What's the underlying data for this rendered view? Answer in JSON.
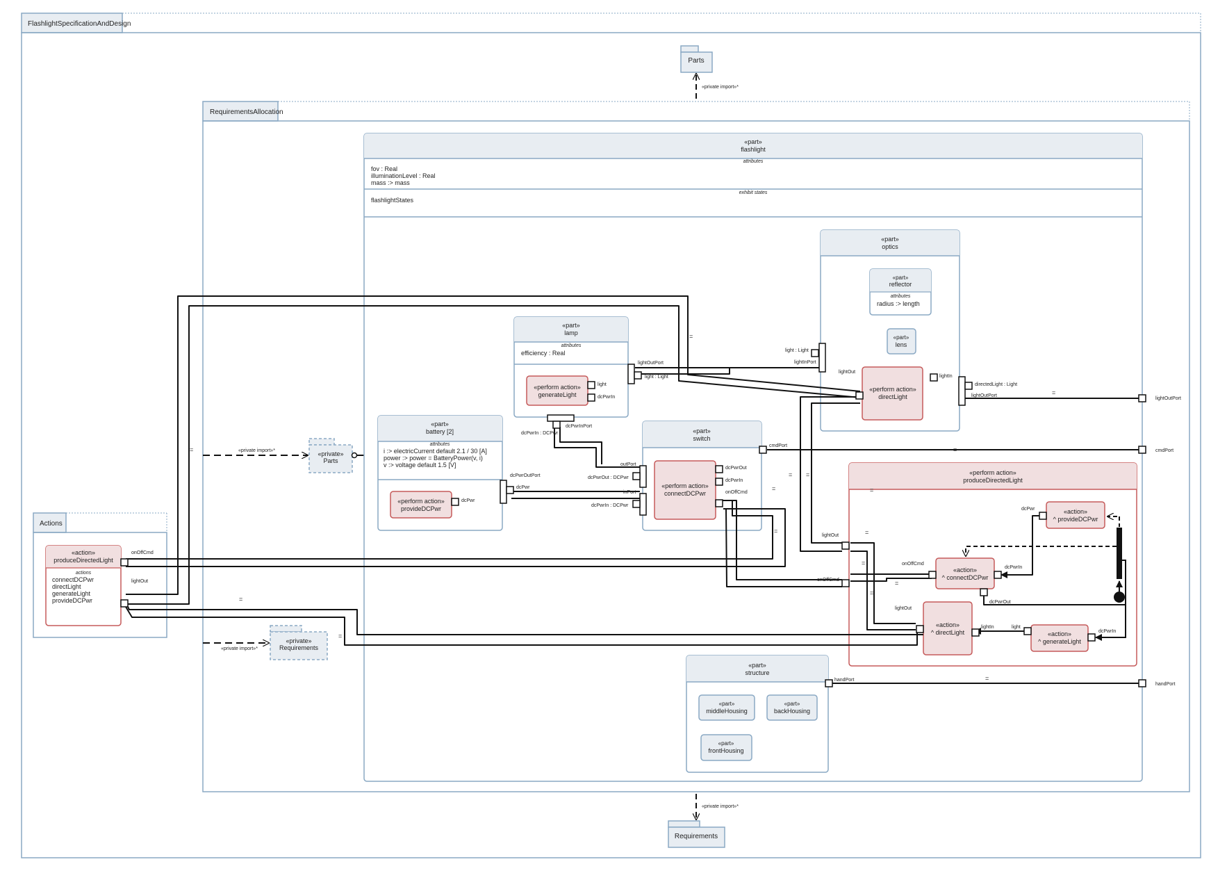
{
  "packages": {
    "root": "FlashlightSpecificationAndDesign",
    "alloc": "RequirementsAllocation",
    "actions": "Actions",
    "parts_top": "Parts",
    "req_bottom": "Requirements",
    "private_parts_stereo": "«private»",
    "private_parts_name": "Parts",
    "private_req_stereo": "«private»",
    "private_req_name": "Requirements"
  },
  "imports": {
    "top": "«private import»*",
    "parts": "«private import»*",
    "req": "«private import»*",
    "bottom": "«private import»*"
  },
  "flashlight": {
    "stereo": "«part»",
    "name": "flashlight",
    "attr_header": "attributes",
    "attrs": [
      "fov : Real",
      "illuminationLevel : Real",
      "mass :> mass"
    ],
    "states_header": "exhibit states",
    "states": "flashlightStates"
  },
  "optics": {
    "stereo": "«part»",
    "name": "optics"
  },
  "reflector": {
    "stereo": "«part»",
    "name": "reflector",
    "attr_header": "attributes",
    "attr": "radius :> length"
  },
  "lens": {
    "stereo": "«part»",
    "name": "lens"
  },
  "lamp": {
    "stereo": "«part»",
    "name": "lamp",
    "attr_header": "attributes",
    "attr": "efficiency : Real"
  },
  "battery": {
    "stereo": "«part»",
    "name": "battery [2]",
    "attr_header": "attributes",
    "attrs": [
      "i :> electricCurrent default 2.1 / 30 [A]",
      "power :> power = BatteryPower(v, i)",
      "v :> voltage default 1.5 [V]"
    ]
  },
  "switch": {
    "stereo": "«part»",
    "name": "switch"
  },
  "structure": {
    "stereo": "«part»",
    "name": "structure"
  },
  "middleHousing": {
    "stereo": "«part»",
    "name": "middleHousing"
  },
  "backHousing": {
    "stereo": "«part»",
    "name": "backHousing"
  },
  "frontHousing": {
    "stereo": "«part»",
    "name": "frontHousing"
  },
  "perform": {
    "stereo": "«perform action»",
    "generateLight": "generateLight",
    "provideDCPwr": "provideDCPwr",
    "connectDCPwr": "connectDCPwr",
    "directLight": "directLight",
    "produceDirectedLight": "produceDirectedLight"
  },
  "inner_actions": {
    "stereo": "«action»",
    "provideDCPwr": "^ provideDCPwr",
    "connectDCPwr": "^ connectDCPwr",
    "directLight": "^ directLight",
    "generateLight": "^ generateLight"
  },
  "actions_pkg": {
    "stereo": "«action»",
    "name": "produceDirectedLight",
    "list_header": "actions",
    "list": [
      "connectDCPwr",
      "directLight",
      "generateLight",
      "provideDCPwr"
    ]
  },
  "labels": {
    "light_light": "light : Light",
    "lightInPort": "lightInPort",
    "lightOutPort_lamp": "lightOutPort",
    "light_light_lamp": "light : Light",
    "light": "light",
    "dcPwrIn": "dcPwrIn",
    "dcPwrIn_DCPwr": "dcPwrIn : DCPwr",
    "dcPwrInPort": "dcPwrInPort",
    "lightOut": "lightOut",
    "lightIn": "lightIn",
    "directedLight": "directedLight : Light",
    "lightOutPort_optics": "lightOutPort",
    "lightOutPort_outer": "lightOutPort",
    "cmdPort": "cmdPort",
    "cmdPort_outer": "cmdPort",
    "outPort": "outPort",
    "dcPwrOut_DCPwr": "dcPwrOut : DCPwr",
    "inPort": "inPort",
    "dcPwrIn_DCPwr2": "dcPwrIn : DCPwr",
    "dcPwrOut": "dcPwrOut",
    "dcPwrIn_sw": "dcPwrIn",
    "onOffCmd_sw": "onOffCmd",
    "dcPwrOutPort": "dcPwrOutPort",
    "dcPwr_bat": "dcPwr",
    "dcPwr_prov": "dcPwr",
    "handPort": "handPort",
    "handPort_outer": "handPort",
    "onOffCmd_act": "onOffCmd",
    "lightOut_act": "lightOut",
    "lightOut_pdl": "lightOut",
    "onOffCmd_pdl1": "onOffCmd",
    "onOffCmd_pdl2": "onOffCmd",
    "dcPwr_inner": "dcPwr",
    "dcPwrIn_inner": "dcPwrIn",
    "dcPwrOut_inner": "dcPwrOut",
    "lightOut_inner": "lightOut",
    "lightIn_inner": "lightIn",
    "light_inner": "light",
    "dcPwrIn_inner2": "dcPwrIn",
    "eq": "="
  }
}
